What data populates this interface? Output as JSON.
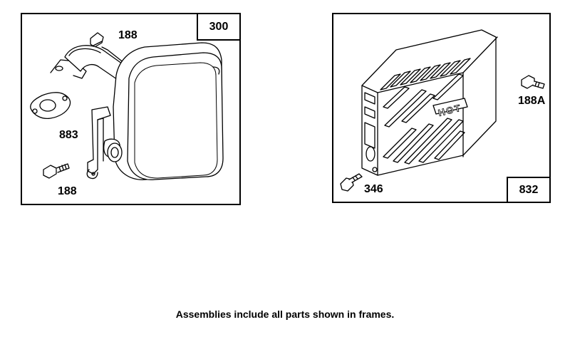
{
  "frames": {
    "muffler_assembly": {
      "reference_number": "300"
    },
    "guard_assembly": {
      "reference_number": "832"
    }
  },
  "callouts": {
    "screw_top": "188",
    "gasket": "883",
    "screw_bottom": "188",
    "guard_screw": "188A",
    "guard_bolt": "346"
  },
  "guard_label_text": "HOT",
  "footer_note": "Assemblies include all parts shown in frames."
}
